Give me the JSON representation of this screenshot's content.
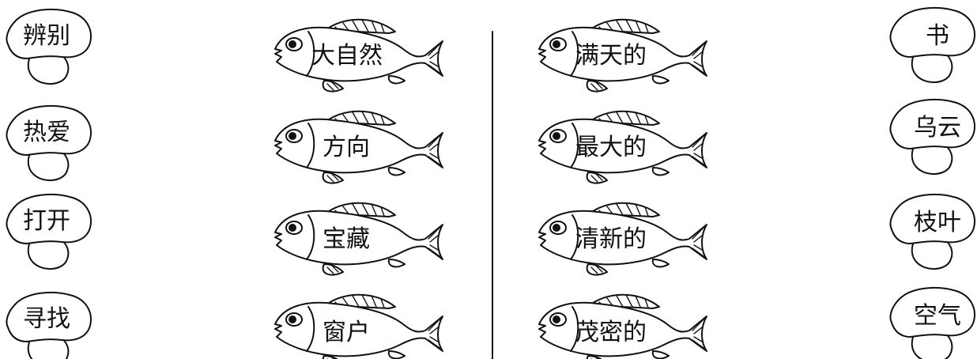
{
  "worksheet": {
    "left_mushrooms": [
      {
        "label": "辨别"
      },
      {
        "label": "热爱"
      },
      {
        "label": "打开"
      },
      {
        "label": "寻找"
      }
    ],
    "left_fish": [
      {
        "label": "大自然"
      },
      {
        "label": "方向"
      },
      {
        "label": "宝藏"
      },
      {
        "label": "窗户"
      }
    ],
    "right_fish": [
      {
        "label": "满天的"
      },
      {
        "label": "最大的"
      },
      {
        "label": "清新的"
      },
      {
        "label": "茂密的"
      }
    ],
    "right_mushrooms": [
      {
        "label": "书"
      },
      {
        "label": "乌云"
      },
      {
        "label": "枝叶"
      },
      {
        "label": "空气"
      }
    ],
    "colors": {
      "ink": "#111111",
      "paper": "#ffffff"
    }
  }
}
